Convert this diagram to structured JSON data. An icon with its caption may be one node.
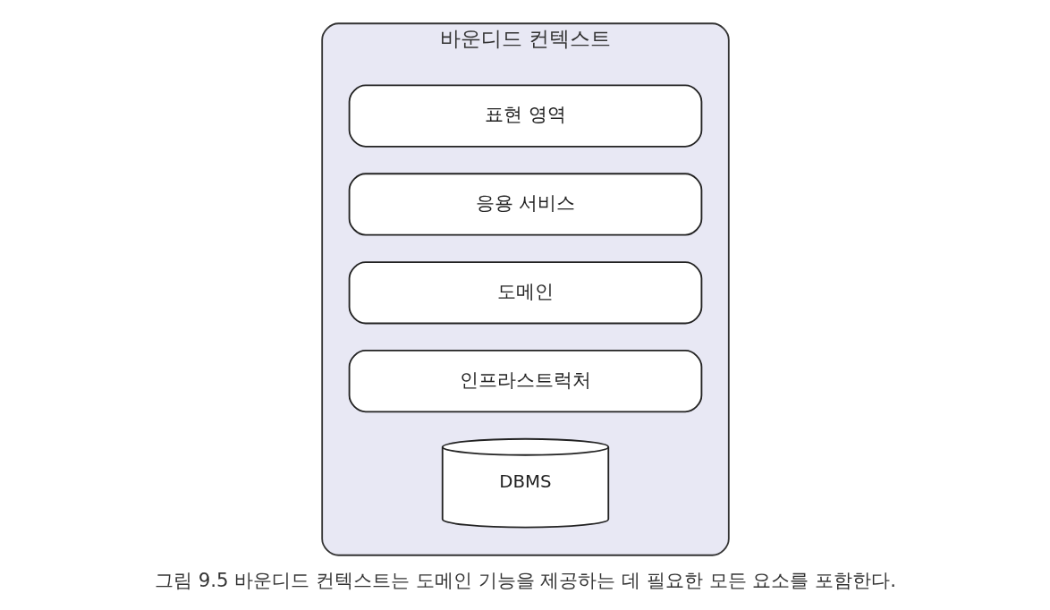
{
  "diagram": {
    "caption": "그림 9.5 바운디드 컨텍스트는 도메인 기능을 제공하는 데 필요한 모든 요소를 포함한다.",
    "nodes": [
      {
        "text": [
          "바운디드 컨텍스트"
        ]
      },
      {
        "text": [
          "표현 영역"
        ],
        "in": 0
      },
      {
        "text": [
          "응용 서비스"
        ],
        "in": 0
      },
      {
        "text": [
          "도메인"
        ],
        "in": 0
      },
      {
        "text": [
          "인프라스트럭처"
        ],
        "in": 0
      },
      {
        "text": [
          "DBMS"
        ],
        "in": 0
      }
    ],
    "edges": []
  }
}
